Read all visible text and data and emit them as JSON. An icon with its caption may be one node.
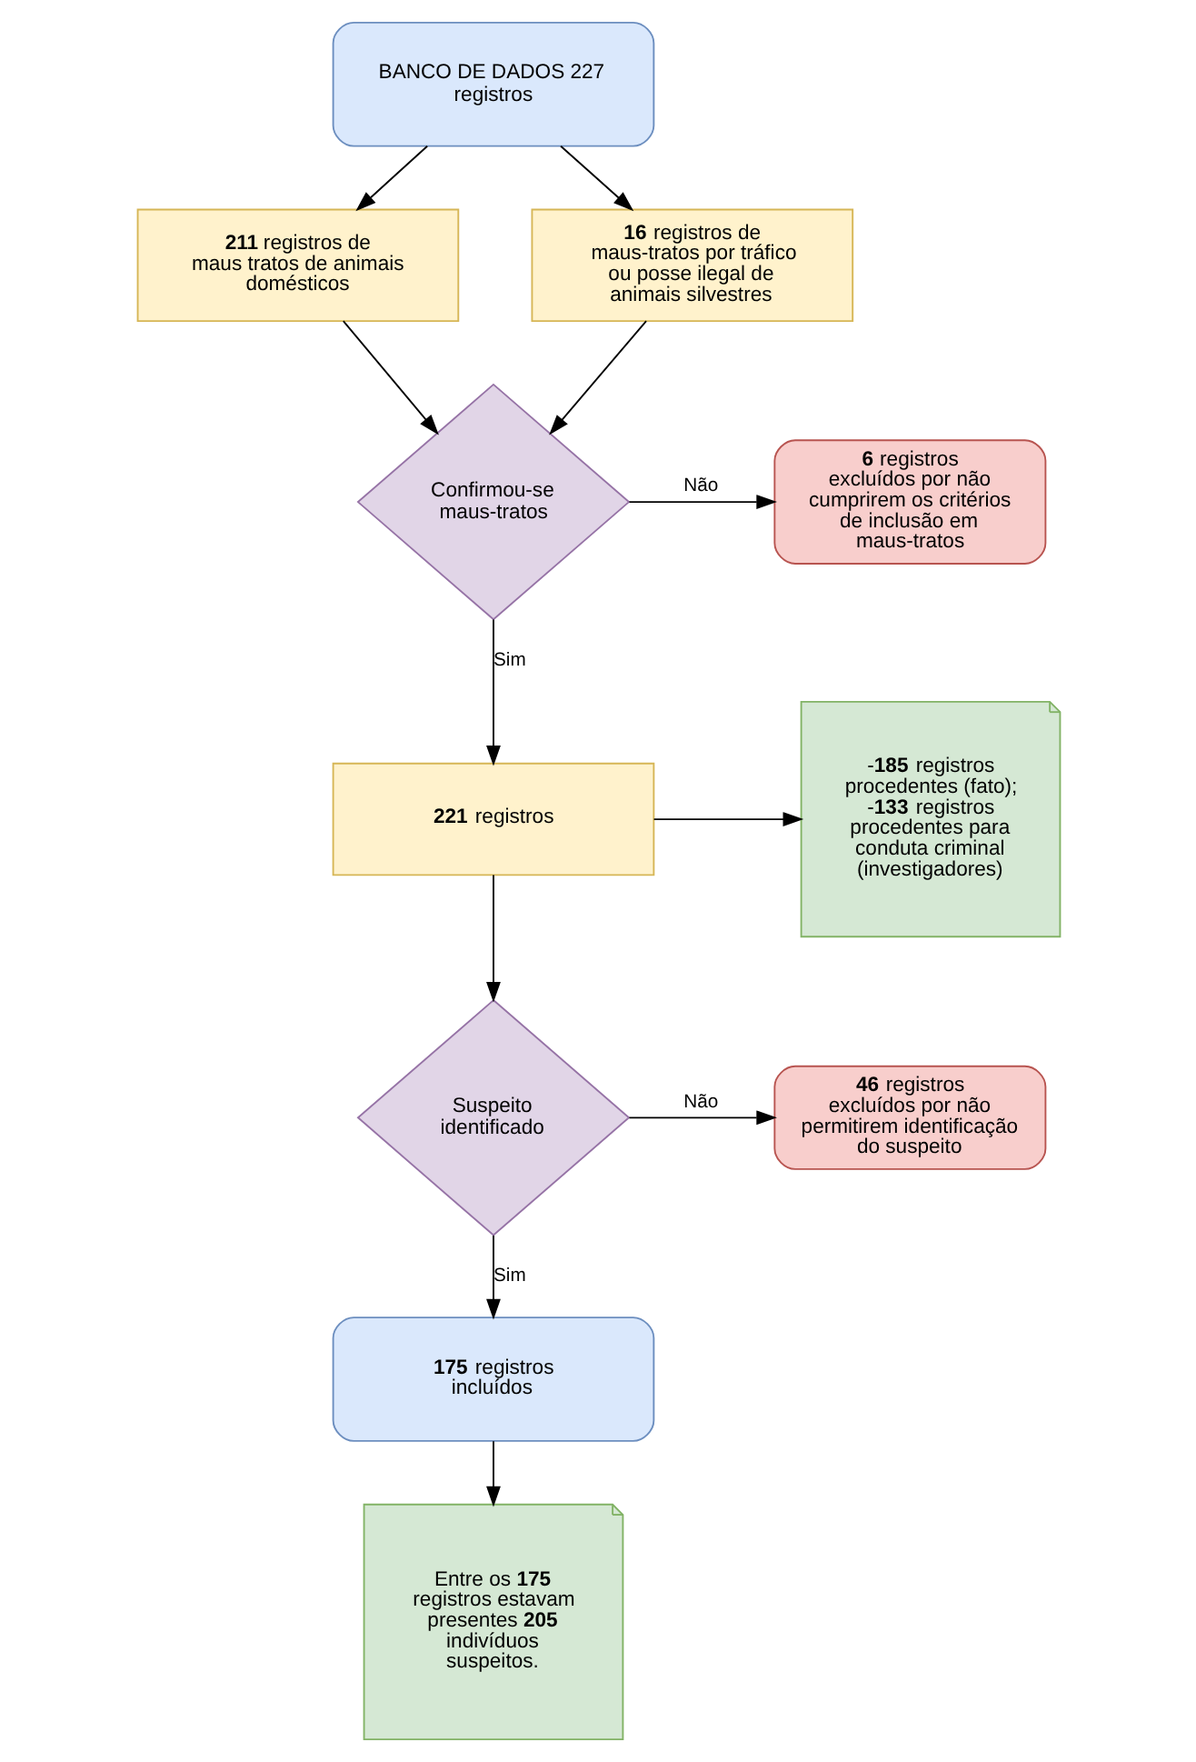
{
  "diagram": {
    "nodes": [
      {
        "text": [
          "BANCO DE DADOS 227 registros"
        ]
      },
      {
        "text": [
          "**211** registros de maus tratos de animais domésticos"
        ]
      },
      {
        "text": [
          "**16** registros de maus-tratos por tráfico ou posse ilegal de animais silvestres"
        ]
      },
      {
        "text": [
          "Confirmou-se maus-tratos"
        ]
      },
      {
        "text": [
          "**6** registros excluídos por não cumprirem os critérios de inclusão em maus-tratos"
        ]
      },
      {
        "text": [
          "**221** registros"
        ]
      },
      {
        "text": [
          "-**185** registros procedentes (fato); -**133** registros procedentes para conduta criminal (investigadores)"
        ]
      },
      {
        "text": [
          "Suspeito identificado"
        ]
      },
      {
        "text": [
          "**46** registros excluídos por não permitirem identificação do suspeito"
        ]
      },
      {
        "text": [
          "**175** registros incluídos"
        ]
      },
      {
        "text": [
          "Entre os **175** registros estavam presentes **205** indivíduos suspeitos."
        ]
      }
    ],
    "edges": [
      {
        "from": 0,
        "to": 1,
        "arrow": "to"
      },
      {
        "from": 0,
        "to": 2,
        "arrow": "to"
      },
      {
        "from": 1,
        "to": 3,
        "arrow": "to"
      },
      {
        "from": 2,
        "to": 3,
        "arrow": "to"
      },
      {
        "from": 3,
        "to": 4,
        "arrow": "to",
        "label": "Não"
      },
      {
        "from": 3,
        "to": 5,
        "arrow": "to",
        "label": "Sim"
      },
      {
        "from": 5,
        "to": 6,
        "arrow": "to"
      },
      {
        "from": 5,
        "to": 7,
        "arrow": "to"
      },
      {
        "from": 7,
        "to": 8,
        "arrow": "to",
        "label": "Não"
      },
      {
        "from": 7,
        "to": 9,
        "arrow": "to",
        "label": "Sim"
      },
      {
        "from": 9,
        "to": 10,
        "arrow": "to"
      }
    ]
  }
}
